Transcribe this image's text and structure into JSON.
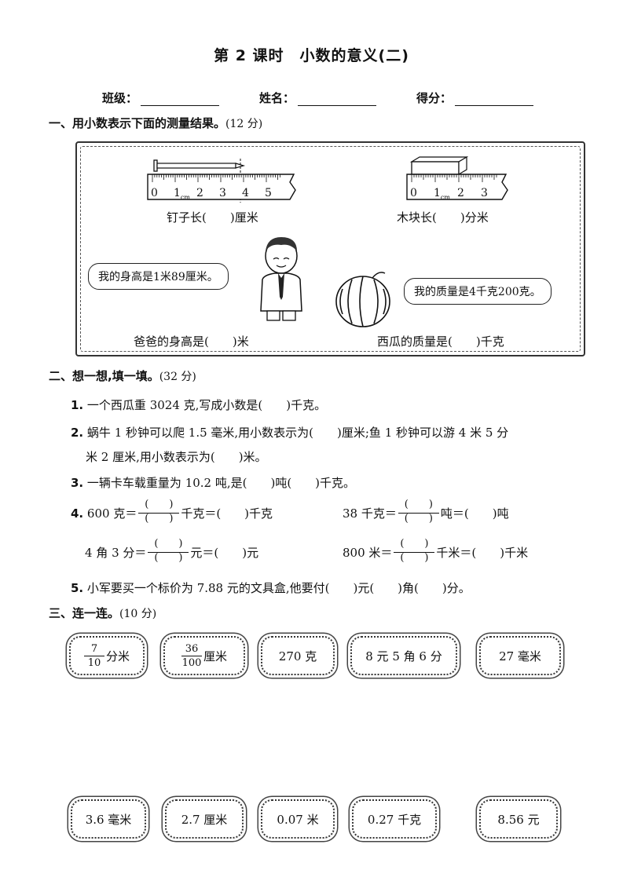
{
  "title": "第 2 课时　小数的意义(二)",
  "header": {
    "class_label": "班级：",
    "name_label": "姓名：",
    "score_label": "得分："
  },
  "section1": {
    "heading": "一、用小数表示下面的测量结果。",
    "points": "(12 分)",
    "ruler1_ticks": [
      "0",
      "1",
      "2",
      "3",
      "4",
      "5"
    ],
    "ruler2_ticks": [
      "0",
      "1",
      "2",
      "3"
    ],
    "unit": "cm",
    "nail_caption": "钉子长(　　)厘米",
    "block_caption": "木块长(　　)分米",
    "dad_bubble": "我的身高是1米89厘米。",
    "melon_bubble": "我的质量是4千克200克。",
    "dad_caption": "爸爸的身高是(　　)米",
    "melon_caption": "西瓜的质量是(　　)千克"
  },
  "section2": {
    "heading": "二、想一想,填一填。",
    "points": "(32 分)",
    "q1_num": "1.",
    "q1": "一个西瓜重 3024 克,写成小数是(　　)千克。",
    "q2_num": "2.",
    "q2a": "蜗牛 1 秒钟可以爬 1.5 毫米,用小数表示为(　　)厘米;鱼 1 秒钟可以游 4 米 5 分",
    "q2b": "米 2 厘米,用小数表示为(　　)米。",
    "q3_num": "3.",
    "q3": "一辆卡车载重量为 10.2 吨,是(　　)吨(　　)千克。",
    "q4_num": "4.",
    "q4a_left": "600 克＝",
    "q4a_mid": "千克＝(　　)千克",
    "q4b_left": "38 千克＝",
    "q4b_mid": "吨＝(　　)吨",
    "q4c_left": "4 角 3 分＝",
    "q4c_mid": "元＝(　　)元",
    "q4d_left": "800 米＝",
    "q4d_mid": "千米＝(　　)千米",
    "paren": "(　　)",
    "q5_num": "5.",
    "q5": "小军要买一个标价为 7.88 元的文具盒,他要付(　　)元(　　)角(　　)分。"
  },
  "section3": {
    "heading": "三、连一连。",
    "points": "(10 分)",
    "top_cards": [
      {
        "num": "7",
        "den": "10",
        "unit": "分米"
      },
      {
        "num": "36",
        "den": "100",
        "unit": "厘米"
      },
      {
        "text": "270 克"
      },
      {
        "text": "8 元 5 角 6 分"
      },
      {
        "text": "27 毫米"
      }
    ],
    "bottom_cards": [
      "3.6 毫米",
      "2.7 厘米",
      "0.07 米",
      "0.27 千克",
      "8.56 元"
    ]
  }
}
